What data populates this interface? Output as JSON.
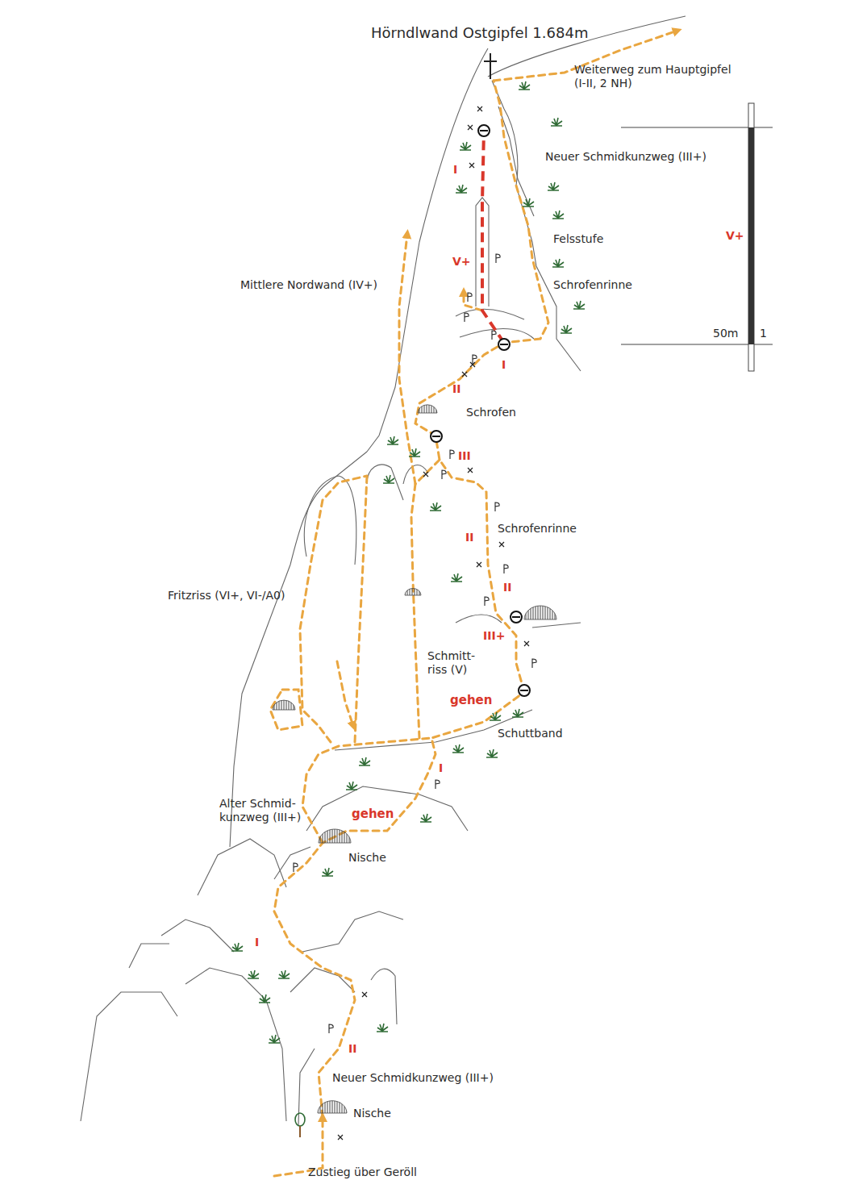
{
  "diagram": {
    "labels": [
      "Hörndlwand Ostgipfel 1.684m",
      "Weiterweg zum Hauptgipfel (I-II, 2 NH)",
      "Neuer Schmidkunzweg (III+)",
      "I",
      "Felsstufe",
      "V+",
      "Schrofenrinne",
      "Mittlere Nordwand (IV+)",
      "V+",
      "50m",
      "1",
      "I",
      "II",
      "Schrofen",
      "III",
      "Schrofenrinne",
      "II",
      "II",
      "Fritzriss (VI+, VI-/A0)",
      "III+",
      "Schmitt-riss (V)",
      "gehen",
      "Schuttband",
      "I",
      "Alter Schmid-kunzweg (III+)",
      "gehen",
      "Nische",
      "I",
      "II",
      "Neuer Schmidkunzweg (III+)",
      "Nische",
      "Zustieg über Geröll"
    ]
  }
}
